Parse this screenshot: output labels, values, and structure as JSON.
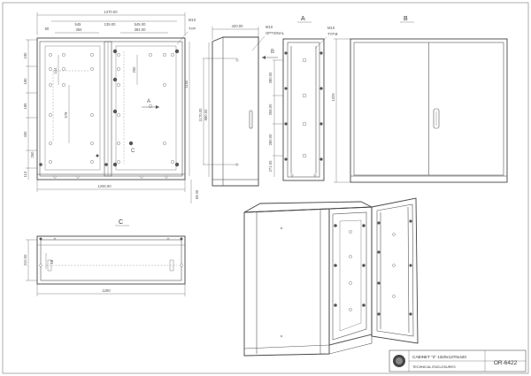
{
  "front_view": {
    "dims_top": {
      "overall": "1370.00",
      "a": "80",
      "b": "545",
      "c": "139.00",
      "d": "545.00",
      "e": "384",
      "f": "384.00"
    },
    "dims_left": [
      "190",
      "180",
      "185",
      "400",
      "260",
      "113"
    ],
    "dims_inner": [
      "144",
      "578",
      "250"
    ],
    "dims_right": [
      "1160"
    ],
    "bottom_width": "1200.00",
    "right_height": "69.00",
    "thread": "M10",
    "thread_sub": "TYP",
    "label_a": "A",
    "label_c": "C"
  },
  "side_view": {
    "depth": "420.00",
    "thread": "M10",
    "thread_sub": "OPTIONAL",
    "label_b": "B",
    "heights": [
      "1170.00",
      "980.00"
    ]
  },
  "view_a": {
    "title": "A",
    "thread": "M10",
    "thread_sub": "TYP.B",
    "spacings": [
      "280.00",
      "268.00",
      "280.00",
      "271.00"
    ]
  },
  "view_b": {
    "title": "B",
    "height": "1325"
  },
  "view_c": {
    "title": "C",
    "height": "210.00",
    "inner": "18",
    "width": "1290"
  },
  "title_block": {
    "product": "CABINET \"2\"  1320x1370x420",
    "code": "OR-6422",
    "company": "TECHNICAL ENCLOSURES"
  }
}
